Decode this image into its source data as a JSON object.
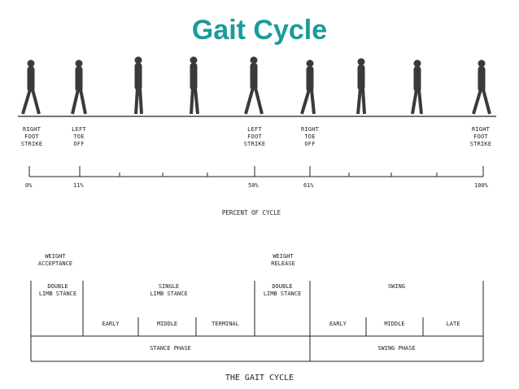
{
  "title": "Gait Cycle",
  "events": [
    {
      "label": "RIGHT\nFOOT\nSTRIKE"
    },
    {
      "label": "LEFT\nTOE\nOFF"
    },
    {
      "label": "LEFT\nFOOT\nSTRIKE"
    },
    {
      "label": "RIGHT\nTOE\nOFF"
    },
    {
      "label": "RIGHT\nFOOT\nSTRIKE"
    }
  ],
  "percent_ticks": [
    "0%",
    "11%",
    "50%",
    "61%",
    "100%"
  ],
  "percent_caption": "PERCENT OF CYCLE",
  "phases_top": {
    "weight_acceptance": "WEIGHT\nACCEPTANCE",
    "weight_release": "WEIGHT\nRELEASE"
  },
  "phases": {
    "double_limb_stance_1": "DOUBLE\nLIMB STANCE",
    "single_limb_stance": "SINGLE\nLIMB STANCE",
    "double_limb_stance_2": "DOUBLE\nLIMB STANCE",
    "swing": "SWING",
    "early_1": "EARLY",
    "middle_1": "MIDDLE",
    "terminal": "TERMINAL",
    "early_2": "EARLY",
    "middle_2": "MIDDLE",
    "late": "LATE",
    "stance_phase": "STANCE PHASE",
    "swing_phase": "SWING PHASE"
  },
  "caption": "THE GAIT CYCLE",
  "colors": {
    "title": "#1a9b9b",
    "figure": "#3a3a3a"
  }
}
